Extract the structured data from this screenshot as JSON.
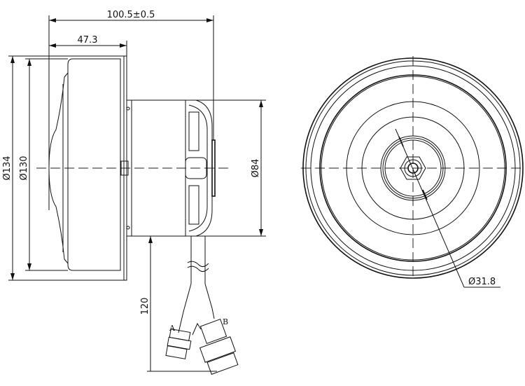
{
  "dimensions": {
    "overall_length": "100.5±0.5",
    "fan_length": "47.3",
    "housing_outer_dia": "Ø134",
    "housing_inner_dia": "Ø130",
    "motor_dia": "Ø84",
    "lead_length": "120",
    "hub_dia": "Ø31.8"
  },
  "connectors": {
    "a": "A",
    "b": "B"
  }
}
